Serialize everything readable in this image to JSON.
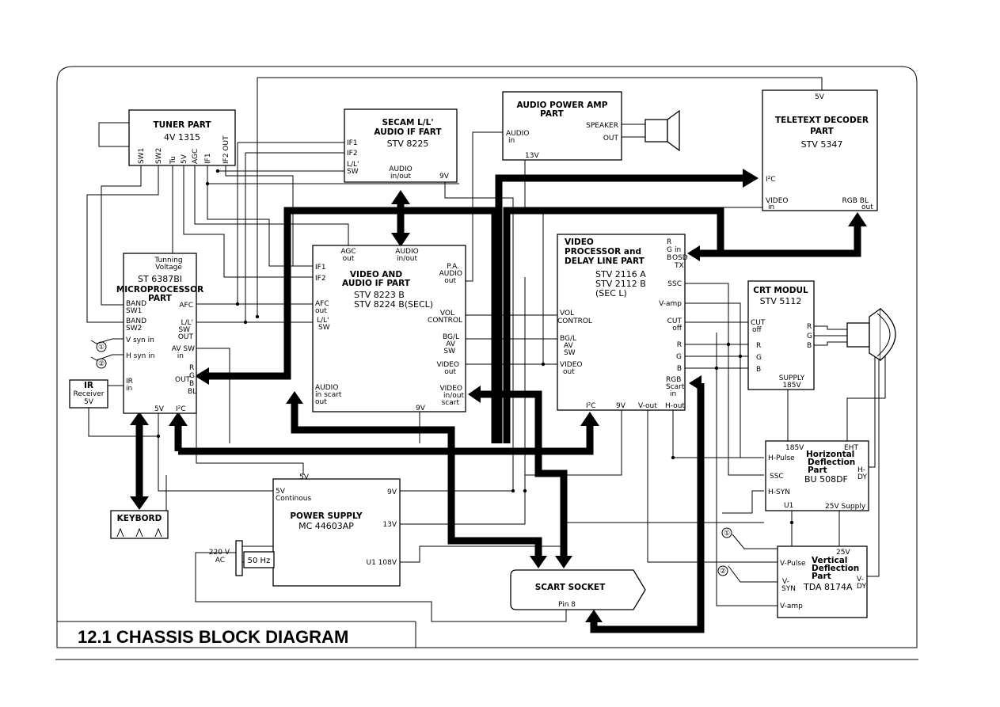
{
  "diagram": {
    "title": "12.1 CHASSIS BLOCK DIAGRAM",
    "tuner": {
      "title": "TUNER PART",
      "model": "4V 1315",
      "pins": [
        "SW1",
        "SW2",
        "Tu",
        "5V",
        "AGC",
        "IF1",
        "IF2 OUT"
      ]
    },
    "secam": {
      "title1": "SECAM L/L'",
      "title2": "AUDIO IF FART",
      "model": "STV 8225",
      "pin_if1": "IF1",
      "pin_if2": "IF2",
      "pin_ll1": "L/L'",
      "pin_ll2": "SW",
      "audio1": "AUDIO",
      "audio2": "in/out",
      "nine_v": "9V"
    },
    "audio_amp": {
      "title1": "AUDIO POWER AMP",
      "title2": "PART",
      "audio_in1": "AUDIO",
      "audio_in2": "in",
      "speaker": "SPEAKER",
      "out": "OUT",
      "v13": "13V"
    },
    "teletext": {
      "title1": "TELETEXT DECODER",
      "title2": "PART",
      "model": "STV 5347",
      "v5": "5V",
      "i2c": "I²C",
      "video1": "VIDEO",
      "video2": "in",
      "rgb1": "RGB BL",
      "rgb2": "out"
    },
    "micro": {
      "tv1": "Tunning",
      "tv2": "Voltage",
      "model": "ST 6387BI",
      "title1": "MICROPROCESSOR",
      "title2": "PART",
      "band1a": "BAND",
      "band1b": "SW1",
      "band2a": "BAND",
      "band2b": "SW2",
      "vsyn": "V syn in",
      "hsyn": "H syn in",
      "ir1": "IR",
      "ir2": "in",
      "afc": "AFC",
      "ll1": "L/L'",
      "ll2": "SW",
      "ll3": "OUT",
      "av1": "AV SW",
      "av2": "in",
      "out": "OUT",
      "r": "R",
      "g": "G",
      "b": "B",
      "bl": "BL",
      "v5": "5V",
      "i2c": "I²C"
    },
    "video_if": {
      "agc1": "AGC",
      "agc2": "out",
      "audio1": "AUDIO",
      "audio2": "in/out",
      "title1": "VIDEO AND",
      "title2": "AUDIO IF PART",
      "model1": "STV 8223 B",
      "model2": "STV 8224 B(SECL)",
      "if1": "IF1",
      "if2": "IF2",
      "afc1": "AFC",
      "afc2": "out",
      "ll1": "L/L'",
      "ll2": "SW",
      "pa1": "P.A.",
      "pa2": "AUDIO",
      "pa3": "out",
      "vol1": "VOL",
      "vol2": "CONTROL",
      "bg1": "BG/L",
      "bg2": "AV",
      "bg3": "SW",
      "vid1": "VIDEO",
      "vid2": "out",
      "as1": "AUDIO",
      "as2": "in scart",
      "as3": "out",
      "vs1": "VIDEO",
      "vs2": "in/out",
      "vs3": "scart",
      "v9": "9V"
    },
    "video_proc": {
      "title1": "VIDEO",
      "title2": "PROCESSOR and",
      "title3": "DELAY LINE PART",
      "model1": "STV 2116 A",
      "model2": "STV 2112 B",
      "model3": "(SEC L)",
      "rgb1": "R",
      "rgb2": "G",
      "rgb3": "B",
      "in": "in",
      "osd": "OSD",
      "tx": "TX",
      "ssc": "SSC",
      "vamp": "V-amp",
      "cut1": "CUT",
      "cut2": "off",
      "r": "R",
      "g": "G",
      "b": "B",
      "vol1": "VOL",
      "vol2": "CONTROL",
      "bg1": "BG/L",
      "bg2": "AV",
      "bg3": "SW",
      "vid1": "VIDEO",
      "vid2": "out",
      "rgbs1": "RGB",
      "rgbs2": "Scart",
      "rgbs3": "in",
      "i2c": "I²C",
      "v9": "9V",
      "vout": "V-out",
      "hout": "H-out"
    },
    "crt": {
      "title": "CRT MODUL",
      "model": "STV 5112",
      "cut1": "CUT",
      "cut2": "off",
      "r": "R",
      "g": "G",
      "b": "B",
      "supply1": "SUPPLY",
      "supply2": "185V",
      "ro": "R",
      "go": "G",
      "bo": "B"
    },
    "hdef": {
      "v185": "185V",
      "eht": "EHT",
      "hpulse": "H-Pulse",
      "ssc": "SSC",
      "hsyn": "H-SYN",
      "u1": "U1",
      "v25": "25V Supply",
      "t1": "Horizontal",
      "t2": "Deflection",
      "t3": "Part",
      "model": "BU 508DF",
      "hdy1": "H-",
      "hdy2": "DY"
    },
    "vdef": {
      "v25": "25V",
      "vpulse": "V-Pulse",
      "vsyn1": "V-",
      "vsyn2": "SYN",
      "vamp": "V-amp",
      "t1": "Vertical",
      "t2": "Deflection",
      "t3": "Part",
      "model": "TDA 8174A",
      "vdy1": "V-",
      "vdy2": "DY"
    },
    "psu": {
      "v5": "5V",
      "v5c1": "5V",
      "v5c2": "Continous",
      "title": "POWER SUPPLY",
      "model": "MC 44603AP",
      "v9": "9V",
      "v13": "13V",
      "u1": "U1 108V"
    },
    "ac": {
      "v220a": "220 V",
      "v220b": "AC",
      "hz": "50 Hz"
    },
    "ir": {
      "t1": "IR",
      "t2": "Receiver",
      "t3": "5V"
    },
    "keyboard": {
      "title": "KEYBORD"
    },
    "scart": {
      "title": "SCART SOCKET",
      "pin": "Pin 8"
    },
    "markers": {
      "m1": "①",
      "m2": "②"
    }
  }
}
